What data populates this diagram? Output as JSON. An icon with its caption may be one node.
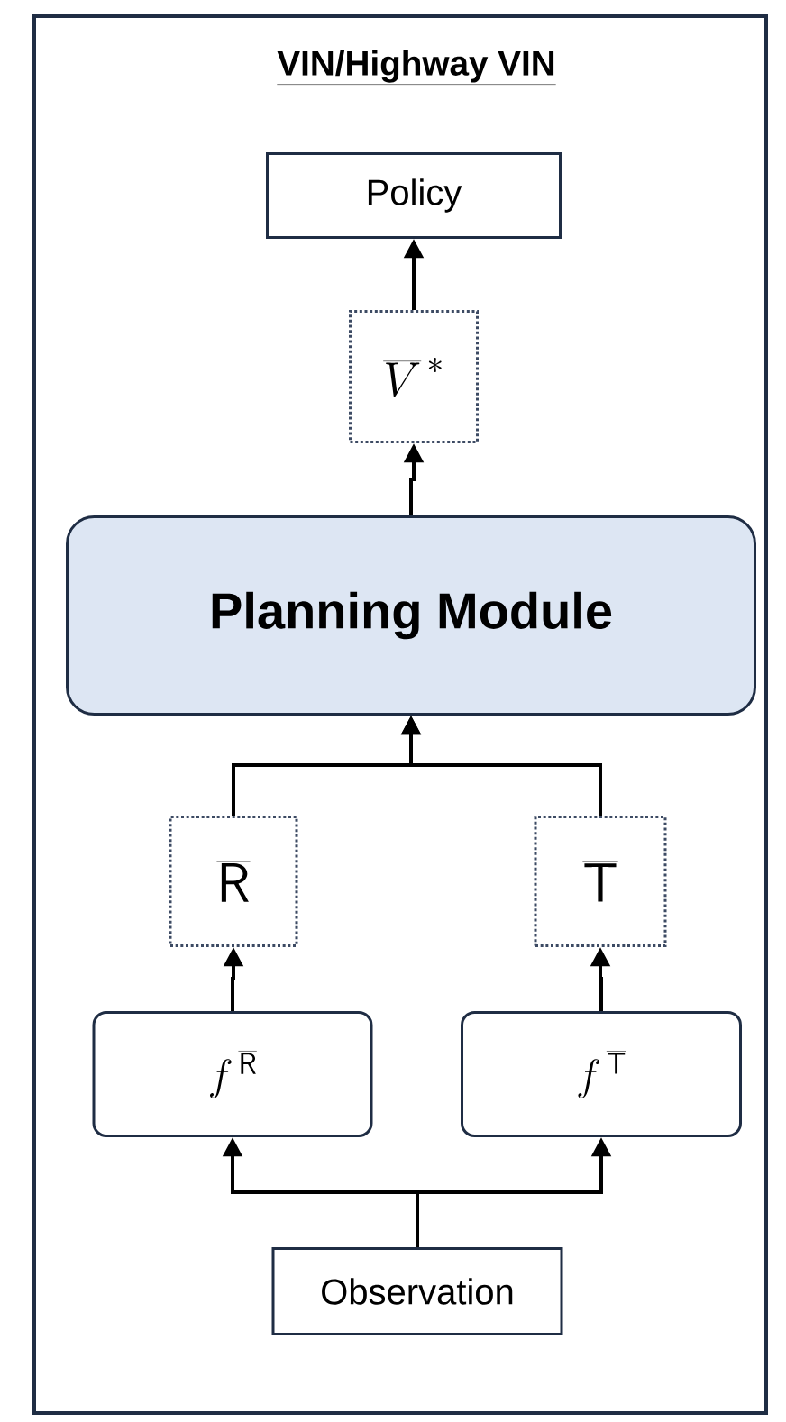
{
  "diagram": {
    "title": "VIN/Highway VIN",
    "nodes": [
      {
        "text": [
          "Policy"
        ]
      },
      {
        "text": [
          "\\overline{V}^{\\,*}"
        ]
      },
      {
        "text": [
          "Planning Module"
        ]
      },
      {
        "text": [
          "\\overline{\\mathsf{R}}"
        ]
      },
      {
        "text": [
          "\\overline{\\mathsf{T}}"
        ]
      },
      {
        "text": [
          "f^{\\,\\overline{\\mathsf{R}}}"
        ]
      },
      {
        "text": [
          "f^{\\,\\overline{\\mathsf{T}}}"
        ]
      },
      {
        "text": [
          "Observation"
        ]
      }
    ],
    "edges": [
      {
        "from": 7,
        "to": 5,
        "arrow": "to"
      },
      {
        "from": 7,
        "to": 6,
        "arrow": "to"
      },
      {
        "from": 5,
        "to": 3,
        "arrow": "to"
      },
      {
        "from": 6,
        "to": 4,
        "arrow": "to"
      },
      {
        "from": 3,
        "to": 2,
        "arrow": "to"
      },
      {
        "from": 4,
        "to": 2,
        "arrow": "to"
      },
      {
        "from": 2,
        "to": 1,
        "arrow": "to"
      },
      {
        "from": 1,
        "to": 0,
        "arrow": "to"
      }
    ]
  }
}
